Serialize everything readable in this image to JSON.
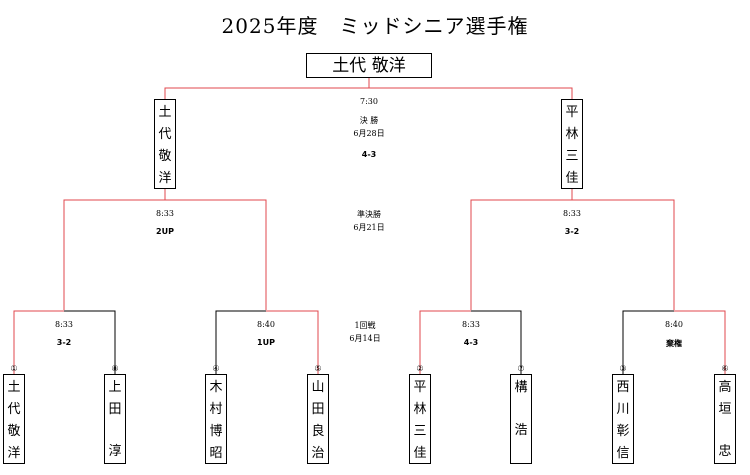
{
  "title": "2025年度　ミッドシニア選手権",
  "champion": "土代 敬洋",
  "final": {
    "time": "7:30",
    "round": "決 勝",
    "date": "6月28日",
    "score": "4-3",
    "left": [
      "土",
      "代",
      "敬",
      "洋"
    ],
    "right": [
      "平",
      "林",
      "三",
      "佳"
    ]
  },
  "semis": {
    "round": "準決勝",
    "date": "6月21日",
    "left": {
      "time": "8:33",
      "score": "2UP"
    },
    "right": {
      "time": "8:33",
      "score": "3-2"
    }
  },
  "first_round": {
    "round": "1回戦",
    "date": "6月14日",
    "matches": [
      {
        "time": "8:33",
        "score": "3-2"
      },
      {
        "time": "8:40",
        "score": "1UP"
      },
      {
        "time": "8:33",
        "score": "4-3"
      },
      {
        "time": "8:40",
        "score": "棄権"
      }
    ]
  },
  "players": [
    {
      "seed": "①",
      "chars": [
        "土",
        "代",
        "敬",
        "洋"
      ]
    },
    {
      "seed": "⑧",
      "chars": [
        "上",
        "田",
        "",
        "淳"
      ]
    },
    {
      "seed": "④",
      "chars": [
        "木",
        "村",
        "博",
        "昭"
      ]
    },
    {
      "seed": "⑤",
      "chars": [
        "山",
        "田",
        "良",
        "治"
      ]
    },
    {
      "seed": "②",
      "chars": [
        "平",
        "林",
        "三",
        "佳"
      ]
    },
    {
      "seed": "⑦",
      "chars": [
        "構",
        "",
        "浩",
        ""
      ]
    },
    {
      "seed": "③",
      "chars": [
        "西",
        "川",
        "彰",
        "信"
      ]
    },
    {
      "seed": "⑥",
      "chars": [
        "高",
        "垣",
        "",
        "忠"
      ]
    }
  ],
  "colors": {
    "win_line": "#e0474c",
    "lose_line": "#000000"
  }
}
